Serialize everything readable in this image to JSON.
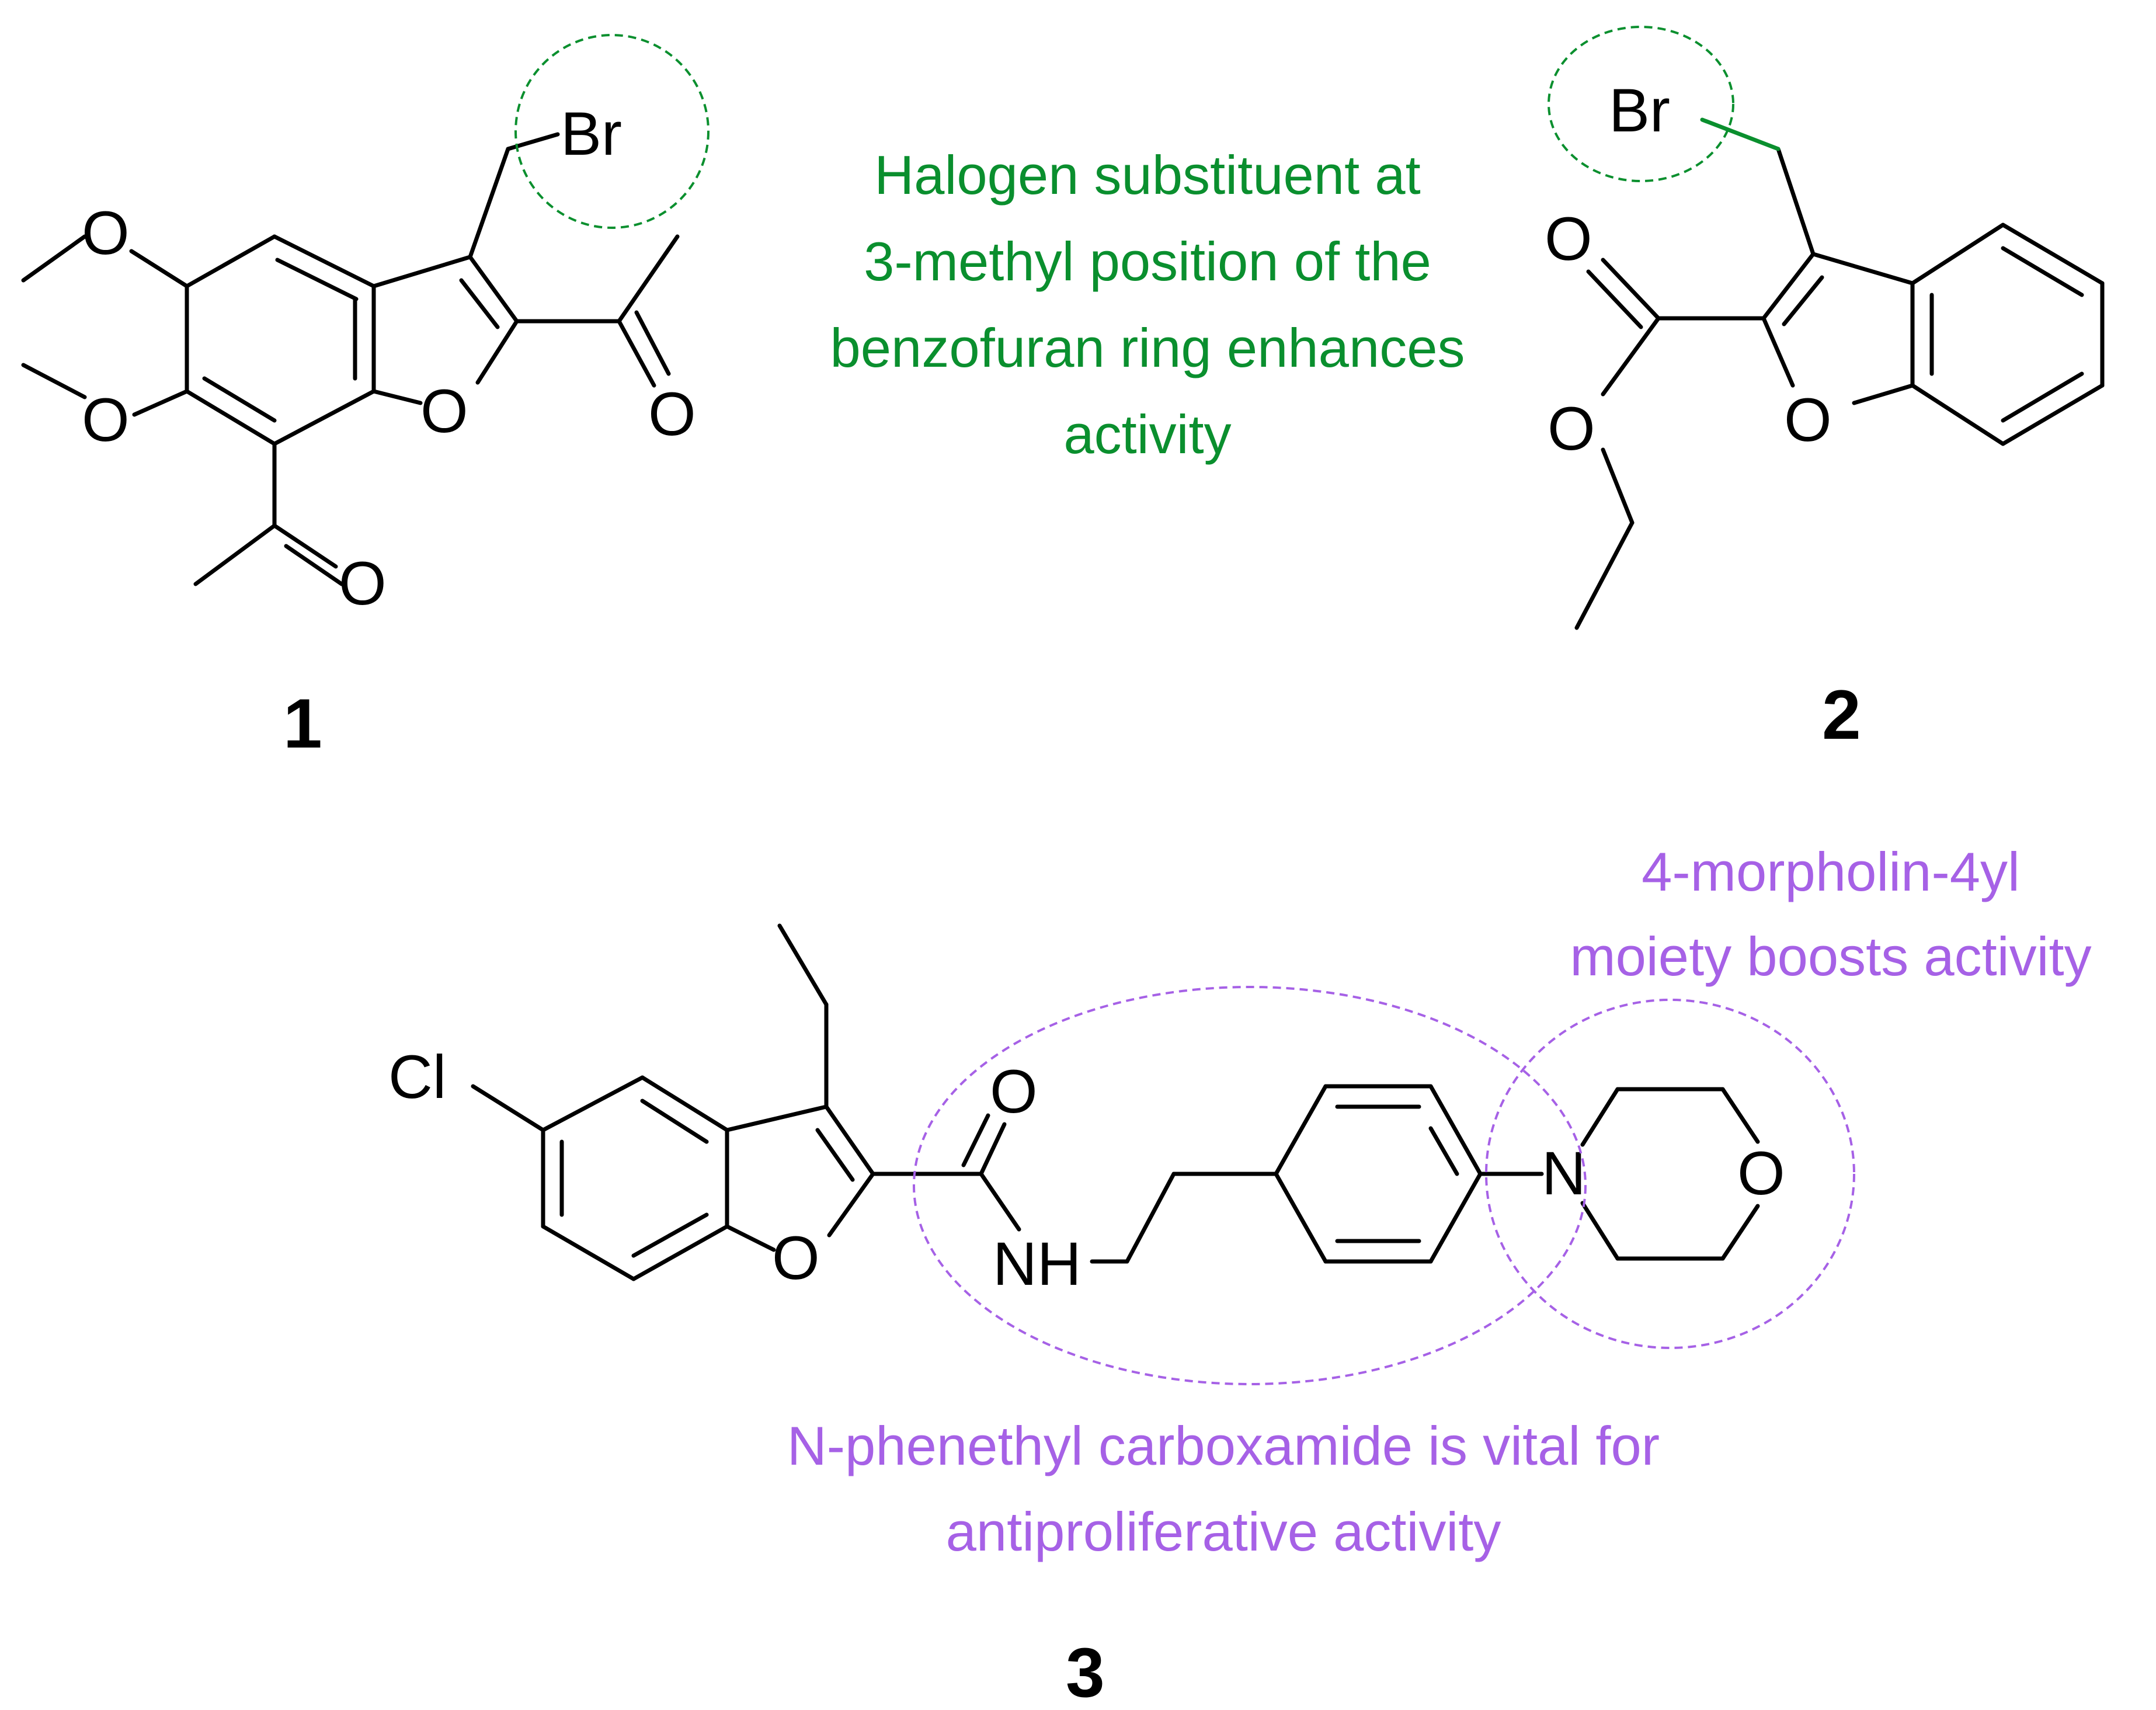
{
  "labels": {
    "br": "Br",
    "o": "O",
    "cl": "Cl",
    "nh": "NH",
    "n": "N"
  },
  "compounds": {
    "c1": "1",
    "c2": "2",
    "c3": "3"
  },
  "annotations": {
    "halogen": [
      "Halogen substituent at",
      "3-methyl position of the",
      "benzofuran ring enhances",
      "activity"
    ],
    "morpholine": [
      "4-morpholin-4yl",
      "moiety boosts activity"
    ],
    "carboxamide": [
      "N-phenethyl carboxamide is vital for",
      "antiproliferative activity"
    ]
  },
  "colors": {
    "green": "#0a8f2e",
    "purple": "#a661e6",
    "bond": "#000000"
  }
}
